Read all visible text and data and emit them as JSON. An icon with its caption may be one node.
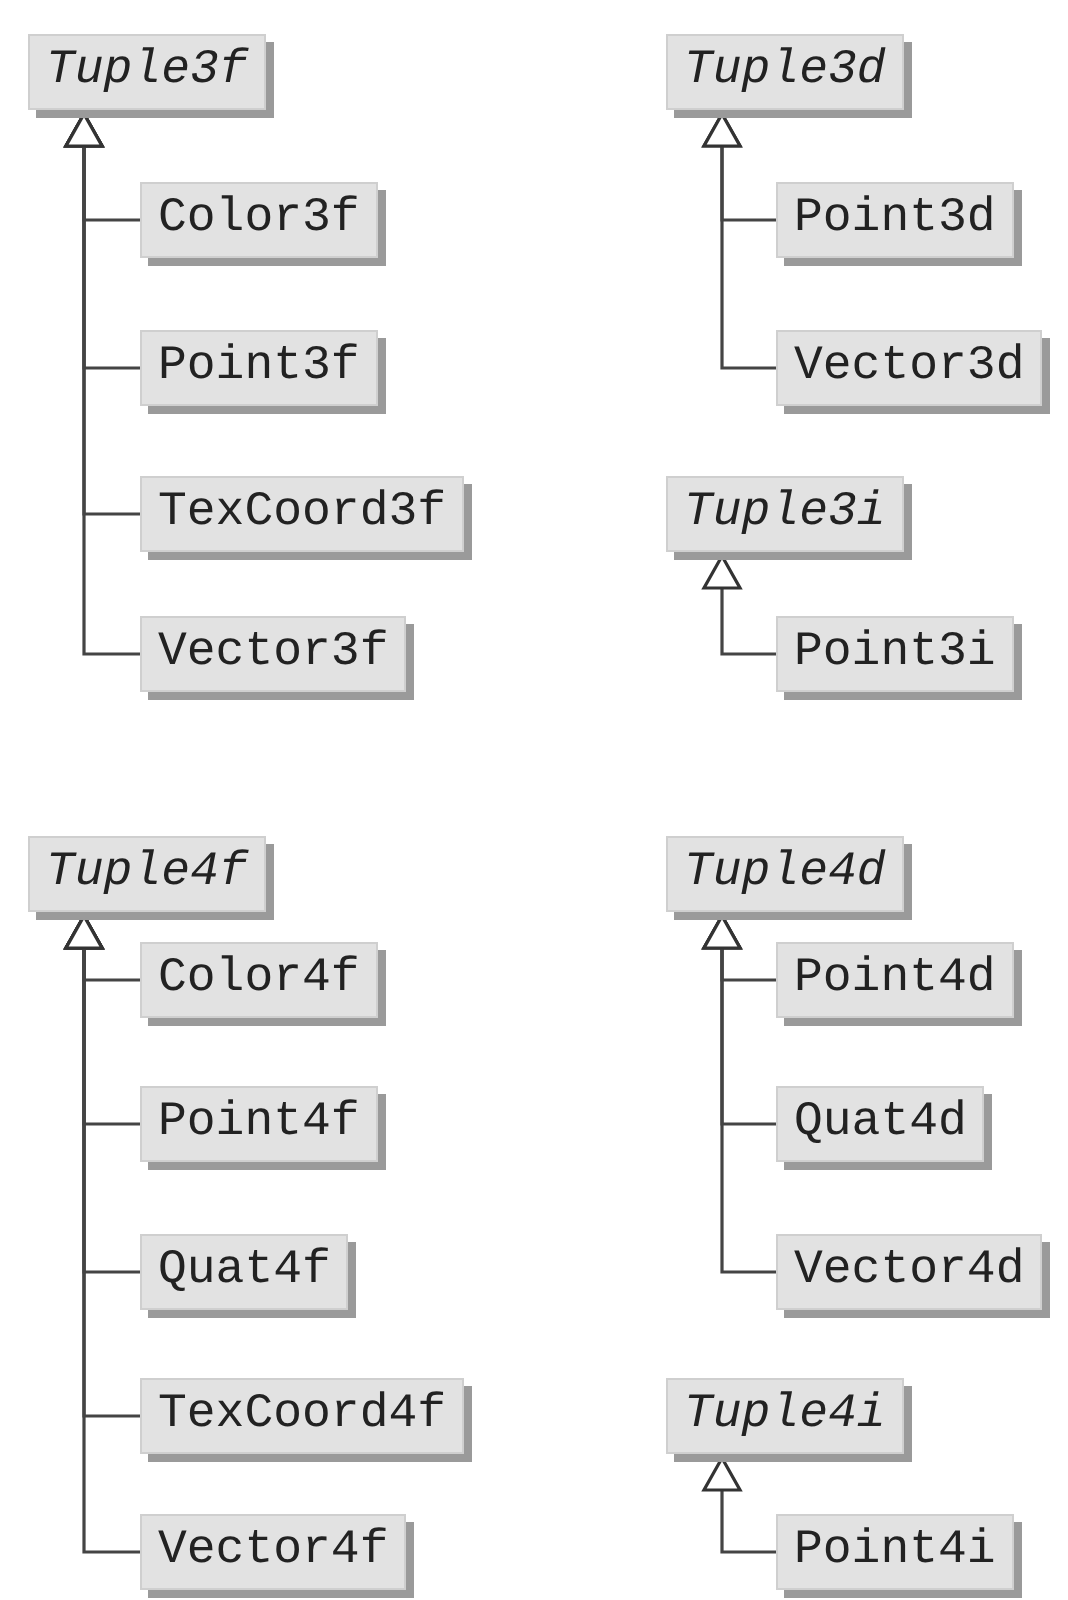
{
  "diagram": {
    "nodes": [
      {
        "text": [
          "Tuple3f"
        ]
      },
      {
        "text": [
          "Color3f"
        ]
      },
      {
        "text": [
          "Point3f"
        ]
      },
      {
        "text": [
          "TexCoord3f"
        ]
      },
      {
        "text": [
          "Vector3f"
        ]
      },
      {
        "text": [
          "Tuple3d"
        ]
      },
      {
        "text": [
          "Point3d"
        ]
      },
      {
        "text": [
          "Vector3d"
        ]
      },
      {
        "text": [
          "Tuple3i"
        ]
      },
      {
        "text": [
          "Point3i"
        ]
      },
      {
        "text": [
          "Tuple4f"
        ]
      },
      {
        "text": [
          "Color4f"
        ]
      },
      {
        "text": [
          "Point4f"
        ]
      },
      {
        "text": [
          "Quat4f"
        ]
      },
      {
        "text": [
          "TexCoord4f"
        ]
      },
      {
        "text": [
          "Vector4f"
        ]
      },
      {
        "text": [
          "Tuple4d"
        ]
      },
      {
        "text": [
          "Point4d"
        ]
      },
      {
        "text": [
          "Quat4d"
        ]
      },
      {
        "text": [
          "Vector4d"
        ]
      },
      {
        "text": [
          "Tuple4i"
        ]
      },
      {
        "text": [
          "Point4i"
        ]
      }
    ],
    "edges": [
      {
        "from": 1,
        "to": 0,
        "arrow": "to"
      },
      {
        "from": 2,
        "to": 0,
        "arrow": "to"
      },
      {
        "from": 3,
        "to": 0,
        "arrow": "to"
      },
      {
        "from": 4,
        "to": 0,
        "arrow": "to"
      },
      {
        "from": 6,
        "to": 5,
        "arrow": "to"
      },
      {
        "from": 7,
        "to": 5,
        "arrow": "to"
      },
      {
        "from": 9,
        "to": 8,
        "arrow": "to"
      },
      {
        "from": 11,
        "to": 10,
        "arrow": "to"
      },
      {
        "from": 12,
        "to": 10,
        "arrow": "to"
      },
      {
        "from": 13,
        "to": 10,
        "arrow": "to"
      },
      {
        "from": 14,
        "to": 10,
        "arrow": "to"
      },
      {
        "from": 15,
        "to": 10,
        "arrow": "to"
      },
      {
        "from": 17,
        "to": 16,
        "arrow": "to"
      },
      {
        "from": 18,
        "to": 16,
        "arrow": "to"
      },
      {
        "from": 19,
        "to": 16,
        "arrow": "to"
      },
      {
        "from": 21,
        "to": 20,
        "arrow": "to"
      }
    ]
  }
}
